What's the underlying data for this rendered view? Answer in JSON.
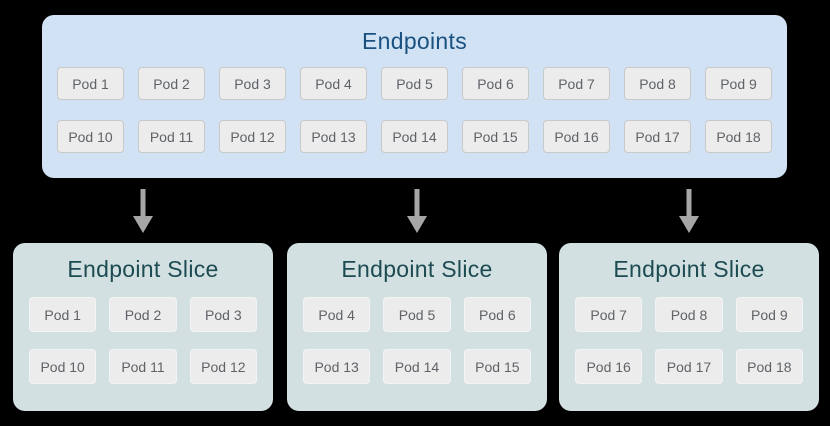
{
  "colors": {
    "canvas_bg": "#000000",
    "endpoints_bg": "#d0e2f4",
    "endpoints_title": "#1a5180",
    "slice_bg": "#d2e0e1",
    "slice_title": "#1d4b52",
    "pod_bg": "#ececec",
    "pod_border": "#c9c9c9",
    "pod_text": "#5f6368",
    "arrow": "#a6a6a6"
  },
  "endpoints": {
    "title": "Endpoints",
    "pods": [
      "Pod 1",
      "Pod 2",
      "Pod 3",
      "Pod 4",
      "Pod 5",
      "Pod 6",
      "Pod 7",
      "Pod 8",
      "Pod 9",
      "Pod 10",
      "Pod 11",
      "Pod 12",
      "Pod 13",
      "Pod 14",
      "Pod 15",
      "Pod 16",
      "Pod 17",
      "Pod 18"
    ]
  },
  "slices": [
    {
      "title": "Endpoint Slice",
      "pods": [
        "Pod 1",
        "Pod 2",
        "Pod 3",
        "Pod 10",
        "Pod 11",
        "Pod 12"
      ]
    },
    {
      "title": "Endpoint Slice",
      "pods": [
        "Pod 4",
        "Pod 5",
        "Pod 6",
        "Pod 13",
        "Pod 14",
        "Pod 15"
      ]
    },
    {
      "title": "Endpoint Slice",
      "pods": [
        "Pod 7",
        "Pod 8",
        "Pod 9",
        "Pod 16",
        "Pod 17",
        "Pod 18"
      ]
    }
  ]
}
